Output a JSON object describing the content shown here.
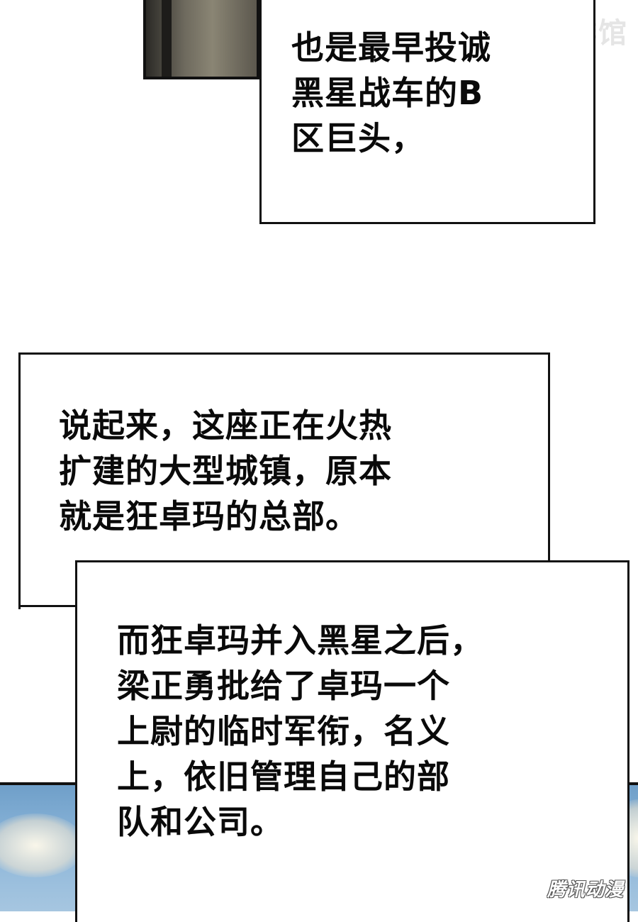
{
  "watermarks": {
    "top": "漫画咖啡馆",
    "bottom": "腾讯动漫"
  },
  "captions": {
    "box1": [
      "也是最早投诚",
      "黑星战车的B",
      "区巨头，"
    ],
    "box2": [
      "说起来，这座正在火热",
      "扩建的大型城镇，原本",
      "就是狂卓玛的总部。"
    ],
    "box3": [
      "而狂卓玛并入黑星之后，",
      "梁正勇批给了卓玛一个",
      "上尉的临时军衔，名义",
      "上，依旧管理自己的部",
      "队和公司。"
    ]
  },
  "colors": {
    "border": "#111111",
    "text": "#0a0a0a",
    "sky": "#8bb5d9"
  }
}
